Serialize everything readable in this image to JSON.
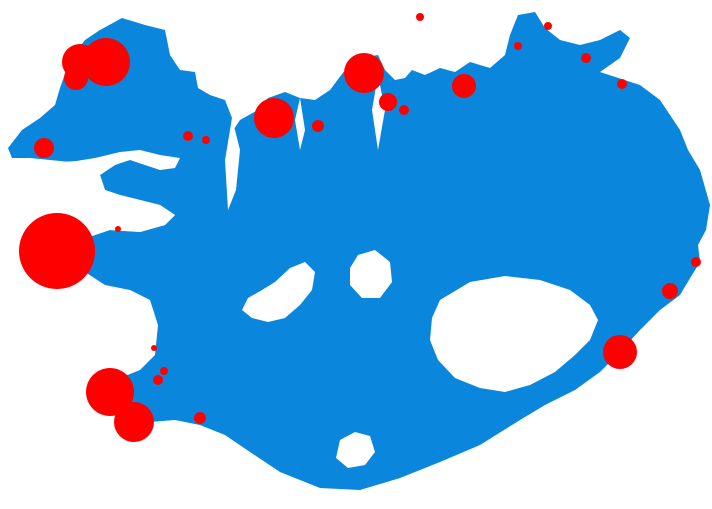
{
  "map": {
    "region": "Iceland",
    "land_color": "#0a86dc",
    "glacier_color": "#ffffff",
    "marker_color": "#ff0000",
    "background_color": "#ffffff"
  },
  "markers": [
    {
      "area": "northwest-westfjords-a",
      "size": "large"
    },
    {
      "area": "northwest-westfjords-b",
      "size": "large"
    },
    {
      "area": "northwest-westfjords-c",
      "size": "medium"
    },
    {
      "area": "westfjords-southwest",
      "size": "small"
    },
    {
      "area": "westfjords-east-a",
      "size": "tiny"
    },
    {
      "area": "westfjords-east-b",
      "size": "tiny"
    },
    {
      "area": "north-west",
      "size": "large"
    },
    {
      "area": "north-central-a",
      "size": "small"
    },
    {
      "area": "north-central-b",
      "size": "large"
    },
    {
      "area": "north-central-c",
      "size": "small"
    },
    {
      "area": "north-central-d",
      "size": "tiny"
    },
    {
      "area": "northeast-a",
      "size": "medium"
    },
    {
      "area": "northeast-offshore",
      "size": "tiny"
    },
    {
      "area": "northeast-b",
      "size": "tiny"
    },
    {
      "area": "northeast-c",
      "size": "tiny"
    },
    {
      "area": "northeast-d",
      "size": "tiny"
    },
    {
      "area": "northeast-e",
      "size": "tiny"
    },
    {
      "area": "west-capital",
      "size": "largest"
    },
    {
      "area": "west-snaefellsnes",
      "size": "tiny"
    },
    {
      "area": "east-a",
      "size": "tiny"
    },
    {
      "area": "east-b",
      "size": "small"
    },
    {
      "area": "southeast",
      "size": "large"
    },
    {
      "area": "southwest-a",
      "size": "large"
    },
    {
      "area": "southwest-b",
      "size": "large"
    },
    {
      "area": "southwest-c",
      "size": "tiny"
    },
    {
      "area": "southwest-d",
      "size": "tiny"
    },
    {
      "area": "southwest-e",
      "size": "tiny"
    },
    {
      "area": "south-a",
      "size": "small"
    }
  ]
}
